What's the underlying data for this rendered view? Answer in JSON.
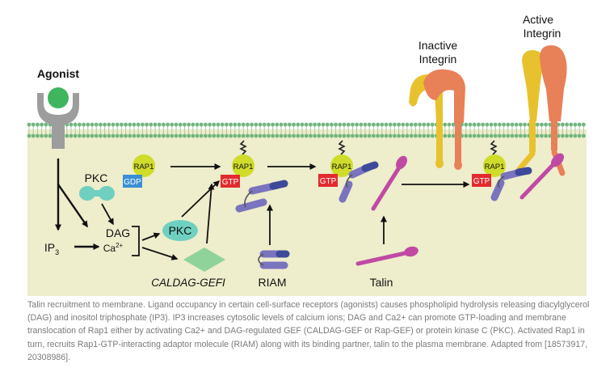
{
  "labels": {
    "agonist": "Agonist",
    "pkc_top": "PKC",
    "dag": "DAG",
    "ca": "Ca",
    "ca_sup": "2+",
    "ip": "IP",
    "ip_sub": "3",
    "pkc_mid": "PKC",
    "caldag": "CALDAG-GEFI",
    "riam": "RIAM",
    "talin": "Talin",
    "inactive_integrin": [
      "Inactive",
      "Integrin"
    ],
    "active_integrin": [
      "Active",
      "Integrin"
    ],
    "rap1": "RAP1",
    "gdp": "GDP",
    "gtp": "GTP"
  },
  "colors": {
    "cytoplasm": "#eeedcc",
    "membrane_head": "#6fb67f",
    "membrane_tail": "#a9c9a2",
    "agonist": "#3fb55f",
    "receptor": "#9d9d9d",
    "pkc": "#6fd0c0",
    "caldag": "#8fd39a",
    "rap1": "#cfdc2a",
    "gdp": "#3a8fd6",
    "gtp": "#e22a2f",
    "riam": "#7a73bd",
    "riam_dark": "#3d4a99",
    "talin": "#c04aa3",
    "integrin_orange": "#e88058",
    "integrin_yellow": "#e8c22e"
  },
  "caption": "Talin recruitment to membrane. Ligand occupancy in certain cell-surface receptors (agonists) causes phospholipid hydrolysis releasing diacylglycerol (DAG) and inositol triphosphate (IP3). IP3 increases cytosolic levels of calcium ions; DAG and Ca2+ can promote GTP-loading and membrane translocation of Rap1 either by activating Ca2+ and DAG-regulated GEF (CALDAG-GEF or Rap-GEF) or protein kinase C (PKC). Activated Rap1 in turn, recruits Rap1-GTP-interacting adaptor molecule (RIAM) along with its binding partner, talin to the plasma membrane. Adapted from [18573917, 20308986]."
}
